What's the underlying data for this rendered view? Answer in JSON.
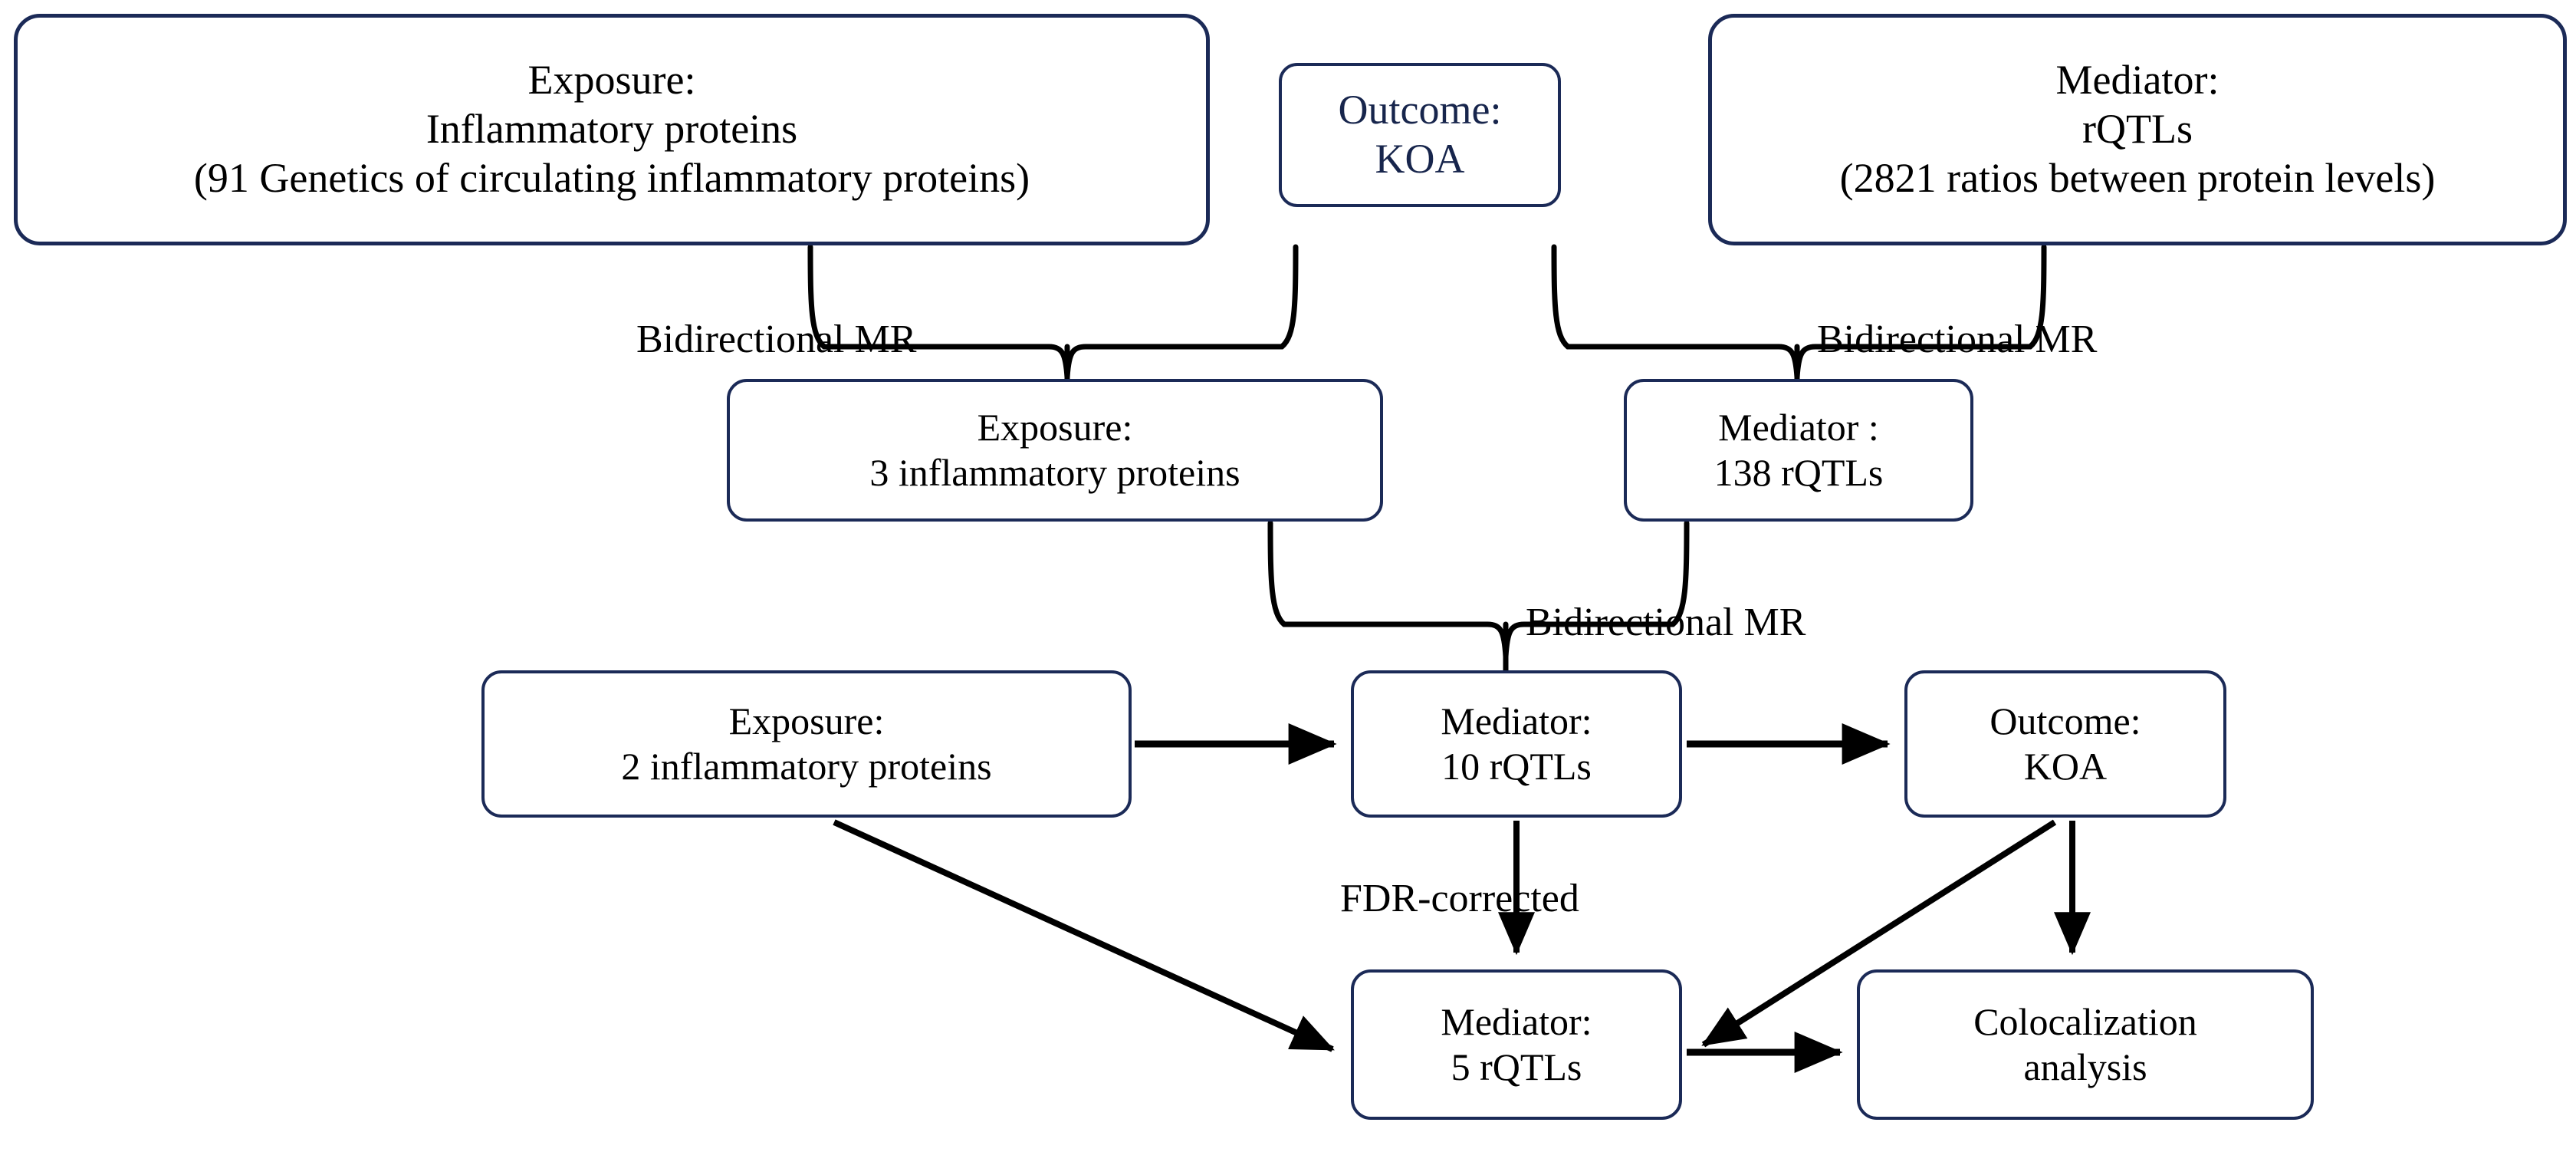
{
  "diagram": {
    "title": "Mendelian randomization study design flowchart",
    "colors": {
      "node_border": "#1b2a57",
      "node_fill": "#ffffff",
      "connector": "#000000",
      "text": "#000000"
    },
    "nodes": [
      {
        "id": "exposure-91",
        "lines": [
          "Exposure:",
          "Inflammatory proteins",
          "(91 Genetics of circulating inflammatory proteins)"
        ]
      },
      {
        "id": "outcome-top",
        "lines": [
          "Outcome:",
          "KOA"
        ]
      },
      {
        "id": "mediator-2821",
        "lines": [
          "Mediator:",
          "rQTLs",
          "(2821 ratios between protein levels)"
        ]
      },
      {
        "id": "exposure-3",
        "lines": [
          "Exposure:",
          "3 inflammatory proteins"
        ]
      },
      {
        "id": "mediator-138",
        "lines": [
          "Mediator :",
          "138 rQTLs"
        ]
      },
      {
        "id": "exposure-2",
        "lines": [
          "Exposure:",
          "2 inflammatory proteins"
        ]
      },
      {
        "id": "mediator-10",
        "lines": [
          "Mediator:",
          "10 rQTLs"
        ]
      },
      {
        "id": "outcome-bottom",
        "lines": [
          "Outcome:",
          "KOA"
        ]
      },
      {
        "id": "mediator-5",
        "lines": [
          "Mediator:",
          "5 rQTLs"
        ]
      },
      {
        "id": "colocalization",
        "lines": [
          "Colocalization",
          "analysis"
        ]
      }
    ],
    "edge_labels": {
      "mr_1": "Bidirectional MR",
      "mr_2": "Bidirectional MR",
      "mr_3": "Bidirectional MR",
      "fdr": "FDR-corrected"
    }
  }
}
